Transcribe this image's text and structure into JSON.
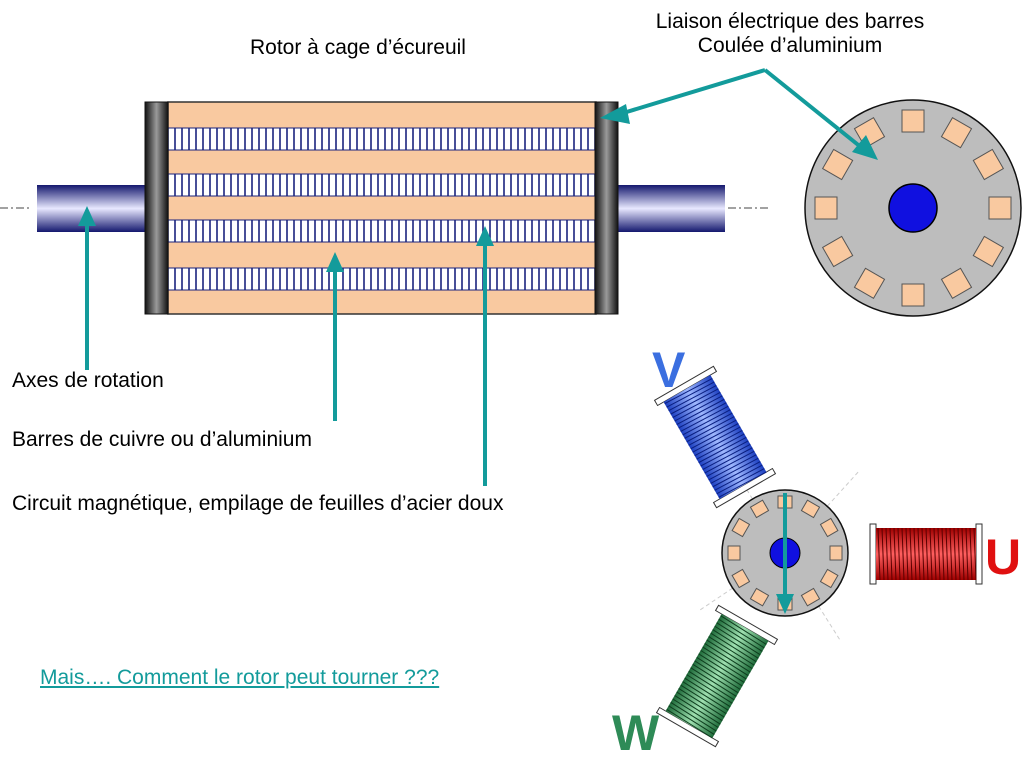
{
  "labels": {
    "rotor_title": "Rotor à cage d’écureuil",
    "liaison_line1": "Liaison électrique des barres",
    "liaison_line2": "Coulée d’aluminium",
    "axes": "Axes de rotation",
    "barres": "Barres de cuivre ou d’aluminium",
    "circuit": "Circuit magnétique, empilage de feuilles d’acier doux",
    "question_link": "Mais…. Comment le rotor peut tourner ???"
  },
  "phases": {
    "v": {
      "label": "V",
      "color": "#3b6fe0"
    },
    "u": {
      "label": "U",
      "color": "#e01010"
    },
    "w": {
      "label": "W",
      "color": "#2e8b57"
    }
  },
  "colors": {
    "arrow": "#139b9b",
    "lamination": "#f9c9a0",
    "bar_stripe": "#1a237e",
    "shaft_dark": "#1a237e",
    "end_ring": "#222222",
    "disc": "#bdbdbd",
    "rotor_axis": "#1010e0"
  }
}
